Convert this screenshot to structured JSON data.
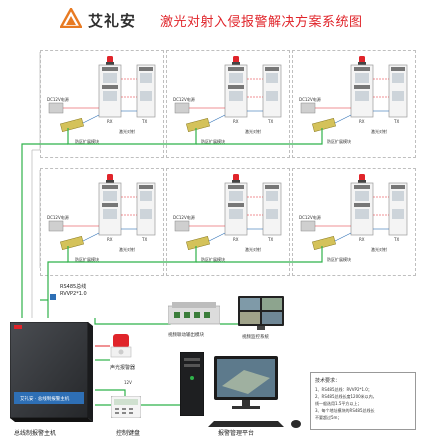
{
  "header": {
    "brand": "艾礼安",
    "title": "激光对射入侵报警解决方案系统图"
  },
  "colors": {
    "accent": "#e0242a",
    "bus_line": "#2fb24a",
    "frame_line": "#bfbfbf",
    "logo_orange": "#e87a22"
  },
  "zones": [
    {
      "module": "DC12V电源",
      "modbus": "防区扩展模块",
      "pair": "激光对射",
      "rx": "RX",
      "tx": "TX"
    },
    {
      "module": "DC12V电源",
      "modbus": "防区扩展模块",
      "pair": "激光对射",
      "rx": "RX",
      "tx": "TX"
    },
    {
      "module": "DC12V电源",
      "modbus": "防区扩展模块",
      "pair": "激光对射",
      "rx": "RX",
      "tx": "TX"
    },
    {
      "module": "DC12V电源",
      "modbus": "防区扩展模块",
      "pair": "激光对射",
      "rx": "RX",
      "tx": "TX"
    },
    {
      "module": "DC12V电源",
      "modbus": "防区扩展模块",
      "pair": "激光对射",
      "rx": "RX",
      "tx": "TX"
    },
    {
      "module": "DC12V电源",
      "modbus": "防区扩展模块",
      "pair": "激光对射",
      "rx": "RX",
      "tx": "TX"
    }
  ],
  "bus": {
    "label": "RS485总线",
    "cable": "RVVP2*1.0"
  },
  "devices": {
    "host_label": "总线制报警主机",
    "host_panel_text": "艾礼安 · 总线制报警主机",
    "siren_label": "声光报警器",
    "keyboard_label": "控制键盘",
    "linkage_label": "视频联动输出模块",
    "monitor_label": "视频监控系统",
    "platform_label": "报警管理平台",
    "siren_cable": "12V"
  },
  "tech": {
    "heading": "技术要求：",
    "lines": [
      "1、RS485总线：RVVP2*1.0；",
      "2、RS485总线长度1200米以内，",
      "线一般选用1.5平方以上；",
      "3、每个地址模块的RS485总线长",
      "不要超过5m；"
    ]
  }
}
